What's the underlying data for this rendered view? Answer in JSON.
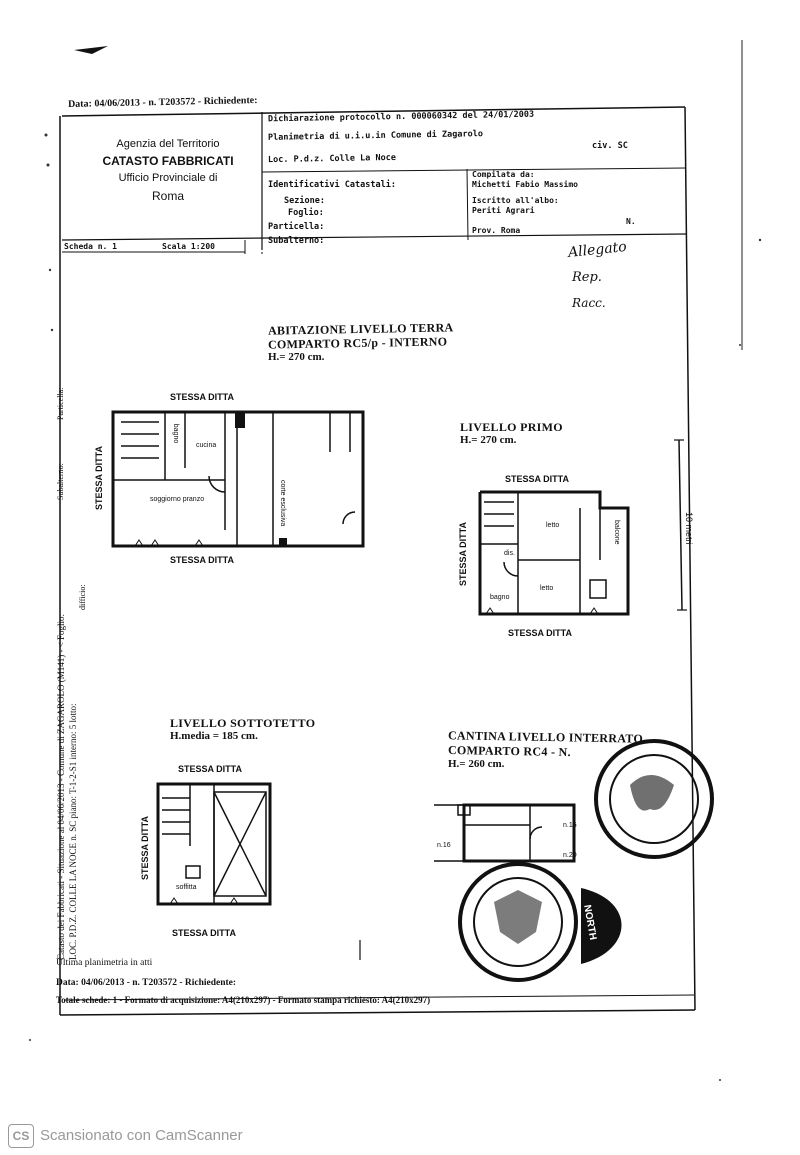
{
  "header": {
    "top_stamp": "Data: 04/06/2013 - n. T203572 - Richiedente: ",
    "agency_line1": "Agenzia del Territorio",
    "agency_line2": "CATASTO FABBRICATI",
    "agency_line3": "Ufficio Provinciale di",
    "agency_line4": "Roma",
    "declaration": "Dichiarazione protocollo n. 000060342 del 24/01/2003",
    "planimetria": "Planimetria di u.i.u.in Comune di Zagarolo",
    "location": "Loc. P.d.z. Colle La Noce",
    "civ": "civ. SC",
    "ident_label": "Identificativi Catastali:",
    "sezione": "Sezione:",
    "foglio": "Foglio:",
    "particella": "Particella:",
    "subalterno": "Subalterno:",
    "compilata": "Compilata da:",
    "compiler": "Michetti Fabio Massimo",
    "iscritto": "Iscritto all'albo:",
    "albo": "Periti Agrari",
    "prov": "Prov. Roma",
    "num": "N.",
    "scheda": "Scheda n. 1",
    "scala": "Scala 1:200"
  },
  "handwritten": {
    "line1": "Allegato",
    "line2": "Rep.",
    "line3": "Racc."
  },
  "plans": {
    "ground": {
      "title1": "ABITAZIONE LIVELLO TERRA",
      "title2": "COMPARTO RC5/p - INTERNO",
      "height": "H.= 270 cm.",
      "ditta_top": "STESSA DITTA",
      "ditta_left": "STESSA DITTA",
      "ditta_bottom": "STESSA DITTA",
      "room_bagno": "bagno",
      "room_cucina": "cucina",
      "room_soggiorno": "soggiorno pranzo",
      "room_corte": "corte esclusiva"
    },
    "first": {
      "title": "LIVELLO PRIMO",
      "height": "H.= 270 cm.",
      "ditta_top": "STESSA DITTA",
      "ditta_left": "STESSA DITTA",
      "ditta_bottom": "STESSA DITTA",
      "room_letto1": "letto",
      "room_letto2": "letto",
      "room_bagno": "bagno",
      "room_dis": "dis.",
      "room_balcone": "balcone"
    },
    "attic": {
      "title": "LIVELLO SOTTOTETTO",
      "height": "H.media = 185 cm.",
      "ditta_top": "STESSA DITTA",
      "ditta_left": "STESSA DITTA",
      "ditta_bottom": "STESSA DITTA",
      "room_soffitta": "soffitta"
    },
    "cellar": {
      "title1": "CANTINA LIVELLO INTERRATO",
      "title2": "COMPARTO RC4 - N.",
      "height": "H.= 260 cm.",
      "label_a": "n.15",
      "label_b": "n.16",
      "label_c": "n.20"
    }
  },
  "scale_label": "10 metri",
  "side_text": {
    "line1": "Catasto dei Fabbricati - Situazione al 04/06/2013 - Comune di ZAGAROLO (M141) - < Foglio:",
    "line2": "LOC. P.D.Z. COLLE LA NOCE n. SC piano: T-1-2-S1 interno: 5 lotto: ",
    "line3": "Particella:",
    "line4": "Subalterno:",
    "line5": "difficio:"
  },
  "footer": {
    "line1": "Ultima planimetria in atti",
    "line2": "Data: 04/06/2013 - n. T203572 - Richiedente:",
    "line3": "Totale schede: 1 - Formato di acquisizione: A4(210x297) - Formato stampa richiesto: A4(210x297)"
  },
  "stamps": {
    "north": "NORTH"
  },
  "scanner": {
    "logo": "CS",
    "text": "Scansionato con CamScanner"
  }
}
